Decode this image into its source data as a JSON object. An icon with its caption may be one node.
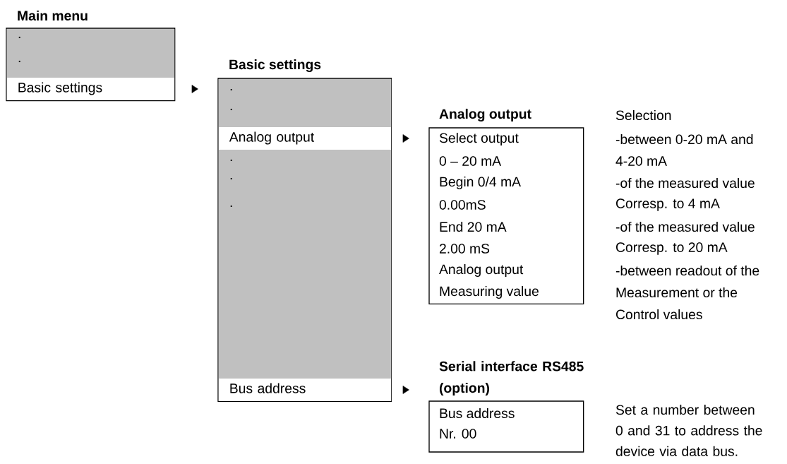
{
  "diagram": {
    "nodes": [
      {
        "text": [
          "Main menu",
          ".",
          "."
        ]
      },
      {
        "text": [
          "Basic settings"
        ],
        "in": 0
      },
      {
        "text": [
          "Basic settings",
          ".",
          ".",
          ".",
          ".",
          "."
        ]
      },
      {
        "text": [
          "Analog output"
        ],
        "in": 2
      },
      {
        "text": [
          "Bus address"
        ],
        "in": 2
      },
      {
        "text": [
          "Analog output",
          "Select output",
          "0 – 20 mA",
          "Begin 0/4 mA",
          "0.00mS",
          "End 20 mA",
          "2.00 mS",
          "Analog output",
          "Measuring value"
        ],
        "beside": [
          "Selection",
          "-between 0-20 mA and",
          "4-20 mA",
          "-of the measured value",
          "Corresp. to 4 mA",
          "-of the measured value",
          "Corresp. to 20 mA",
          "-between readout of the",
          "Measurement or the",
          "Control values"
        ]
      },
      {
        "text": [
          "Serial interface RS485 (option)",
          "Bus address",
          "Nr. 00"
        ],
        "beside": [
          "Set a number between 0 and 31 to address the device via data bus."
        ]
      }
    ],
    "edges": [
      {
        "from": 1,
        "to": 2,
        "arrow": "to"
      },
      {
        "from": 3,
        "to": 5,
        "arrow": "to"
      },
      {
        "from": 4,
        "to": 6,
        "arrow": "to"
      }
    ]
  }
}
